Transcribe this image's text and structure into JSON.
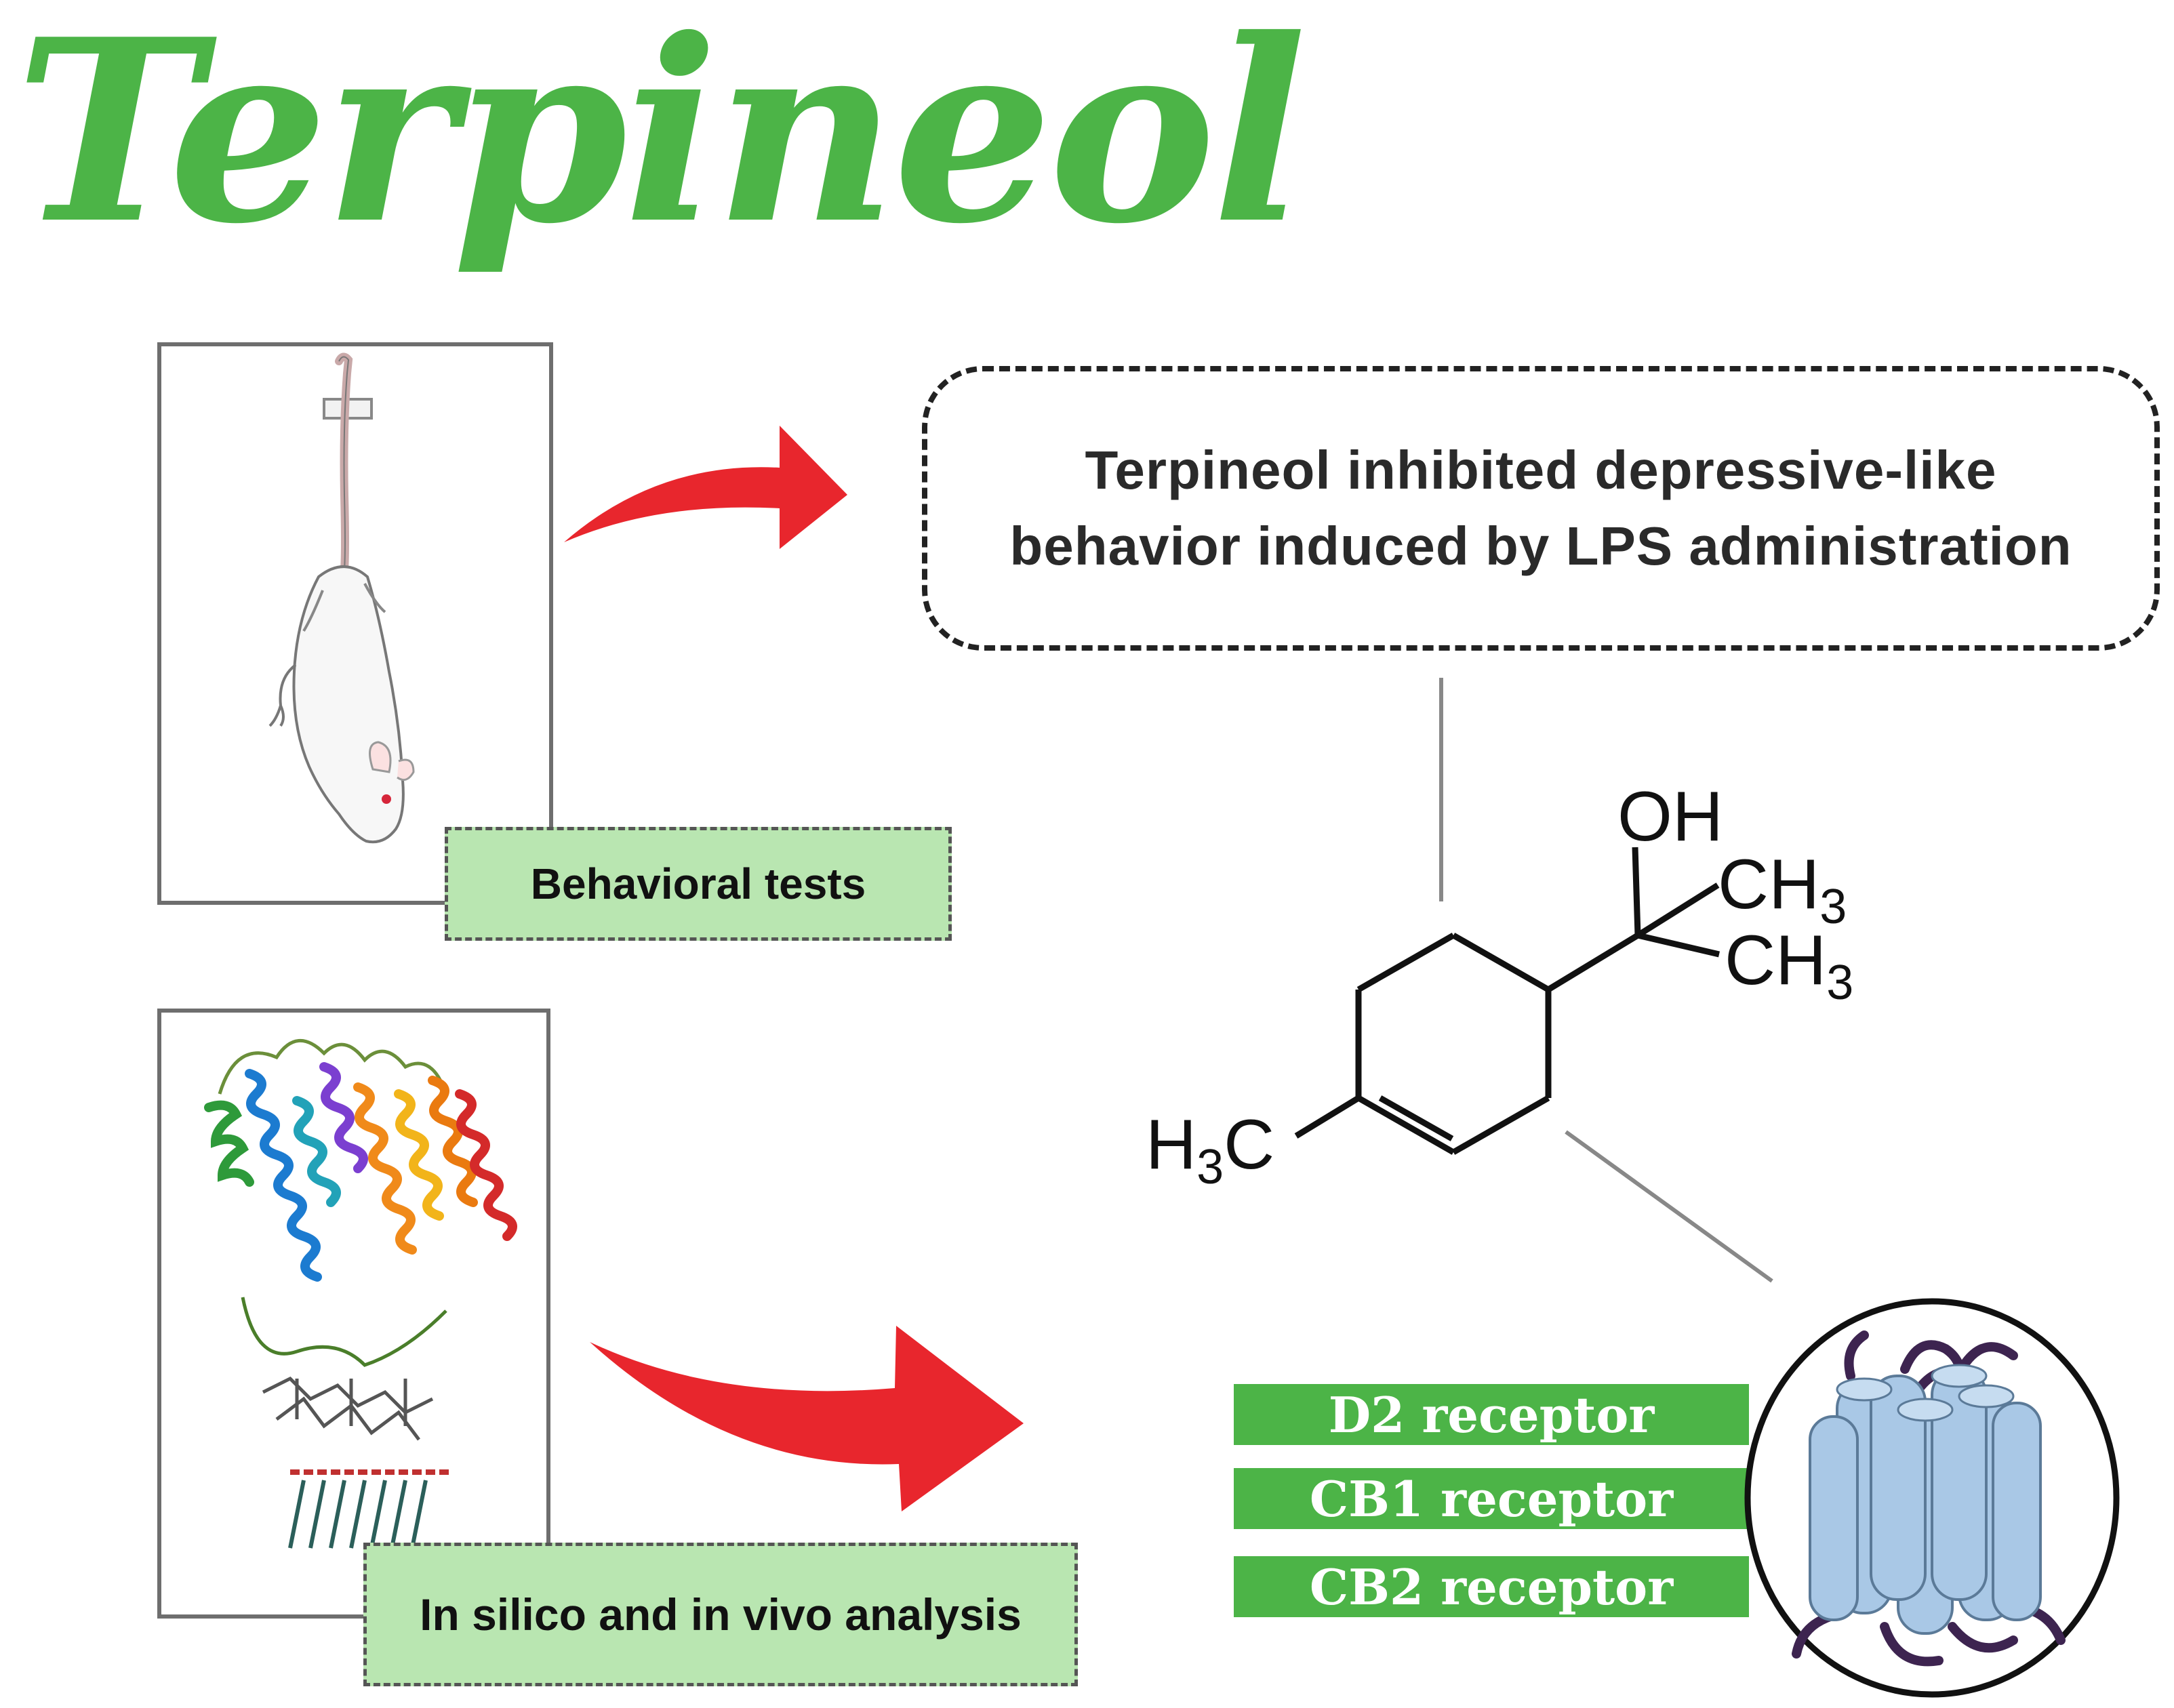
{
  "title": "Terpineol",
  "tags": {
    "behavioral": "Behavioral tests",
    "analysis": "In silico and in vivo analysis"
  },
  "finding": {
    "line1": "Terpineol inhibited depressive-like",
    "line2": "behavior induced by LPS administration"
  },
  "molecule": {
    "oh": "OH",
    "ch": "CH",
    "hc": "C",
    "h": "H",
    "sub3": "3"
  },
  "receptors": [
    "D2 receptor",
    "CB1 receptor",
    "CB2 receptor"
  ],
  "colors": {
    "title": "#4cb447",
    "arrow": "#e8262d",
    "tag_fill": "#b9e6b1",
    "receptor_bar": "#4cb447",
    "cylinder": "#a9c8e6"
  },
  "icons": [
    "mouse-icon",
    "protein-structure-icon",
    "receptor-icon",
    "arrow-icon"
  ]
}
